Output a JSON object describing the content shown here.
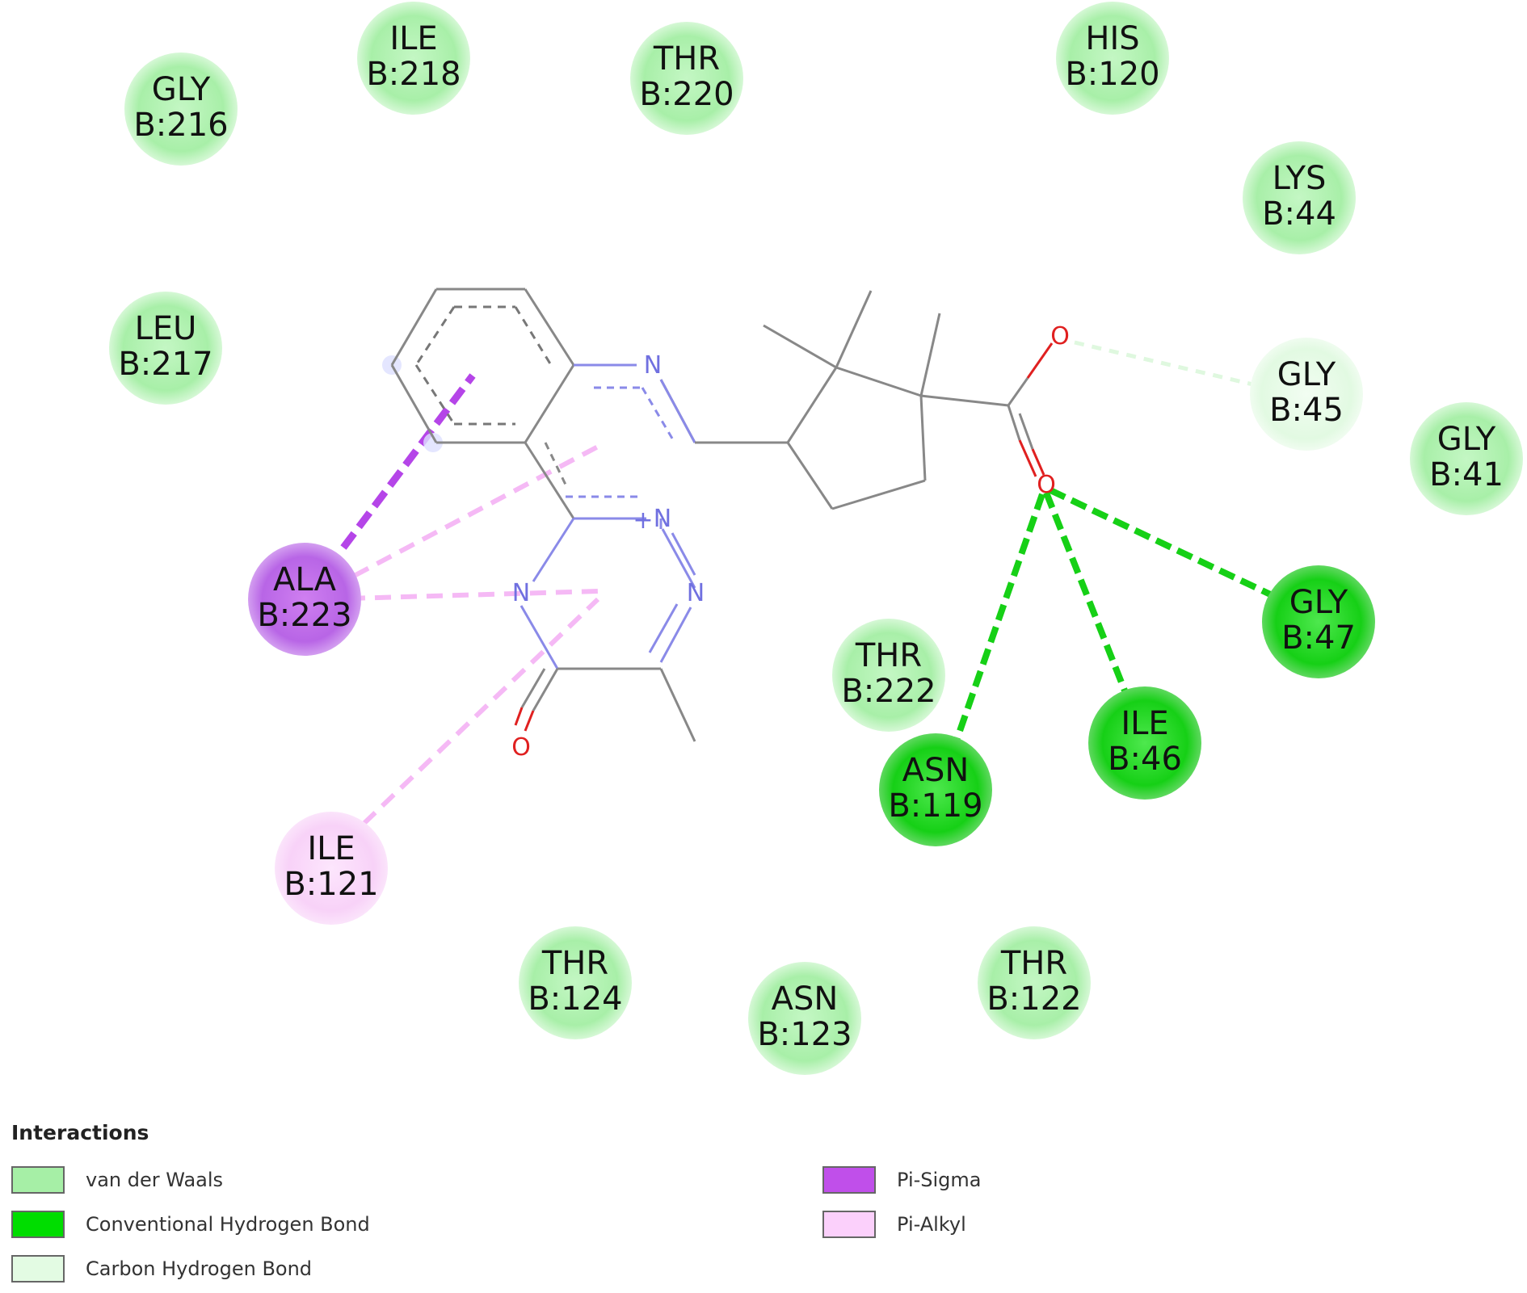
{
  "legend": {
    "title": "Interactions",
    "items": [
      {
        "label": "van der Waals",
        "color": "#a6efa6"
      },
      {
        "label": "Conventional Hydrogen Bond",
        "color": "#00dd00"
      },
      {
        "label": "Carbon Hydrogen Bond",
        "color": "#e3fbe3"
      },
      {
        "label": "Pi-Sigma",
        "color": "#c04fea"
      },
      {
        "label": "Pi-Alkyl",
        "color": "#fbd0fb"
      }
    ]
  },
  "residues": [
    {
      "id": "gly216",
      "name": "GLY",
      "pos": "B:216",
      "type": "van der Waals"
    },
    {
      "id": "ile218",
      "name": "ILE",
      "pos": "B:218",
      "type": "van der Waals"
    },
    {
      "id": "thr220",
      "name": "THR",
      "pos": "B:220",
      "type": "van der Waals"
    },
    {
      "id": "his120",
      "name": "HIS",
      "pos": "B:120",
      "type": "van der Waals"
    },
    {
      "id": "lys44",
      "name": "LYS",
      "pos": "B:44",
      "type": "van der Waals"
    },
    {
      "id": "leu217",
      "name": "LEU",
      "pos": "B:217",
      "type": "van der Waals"
    },
    {
      "id": "gly45",
      "name": "GLY",
      "pos": "B:45",
      "type": "Carbon Hydrogen Bond"
    },
    {
      "id": "gly41",
      "name": "GLY",
      "pos": "B:41",
      "type": "van der Waals"
    },
    {
      "id": "ala223",
      "name": "ALA",
      "pos": "B:223",
      "type": "Pi-Sigma"
    },
    {
      "id": "gly47",
      "name": "GLY",
      "pos": "B:47",
      "type": "Conventional Hydrogen Bond"
    },
    {
      "id": "thr222",
      "name": "THR",
      "pos": "B:222",
      "type": "van der Waals"
    },
    {
      "id": "ile46",
      "name": "ILE",
      "pos": "B:46",
      "type": "Conventional Hydrogen Bond"
    },
    {
      "id": "asn119",
      "name": "ASN",
      "pos": "B:119",
      "type": "Conventional Hydrogen Bond"
    },
    {
      "id": "ile121",
      "name": "ILE",
      "pos": "B:121",
      "type": "Pi-Alkyl"
    },
    {
      "id": "thr124",
      "name": "THR",
      "pos": "B:124",
      "type": "van der Waals"
    },
    {
      "id": "asn123",
      "name": "ASN",
      "pos": "B:123",
      "type": "van der Waals"
    },
    {
      "id": "thr122",
      "name": "THR",
      "pos": "B:122",
      "type": "van der Waals"
    }
  ],
  "atoms": {
    "n": "N",
    "o": "O",
    "plus": "+"
  }
}
